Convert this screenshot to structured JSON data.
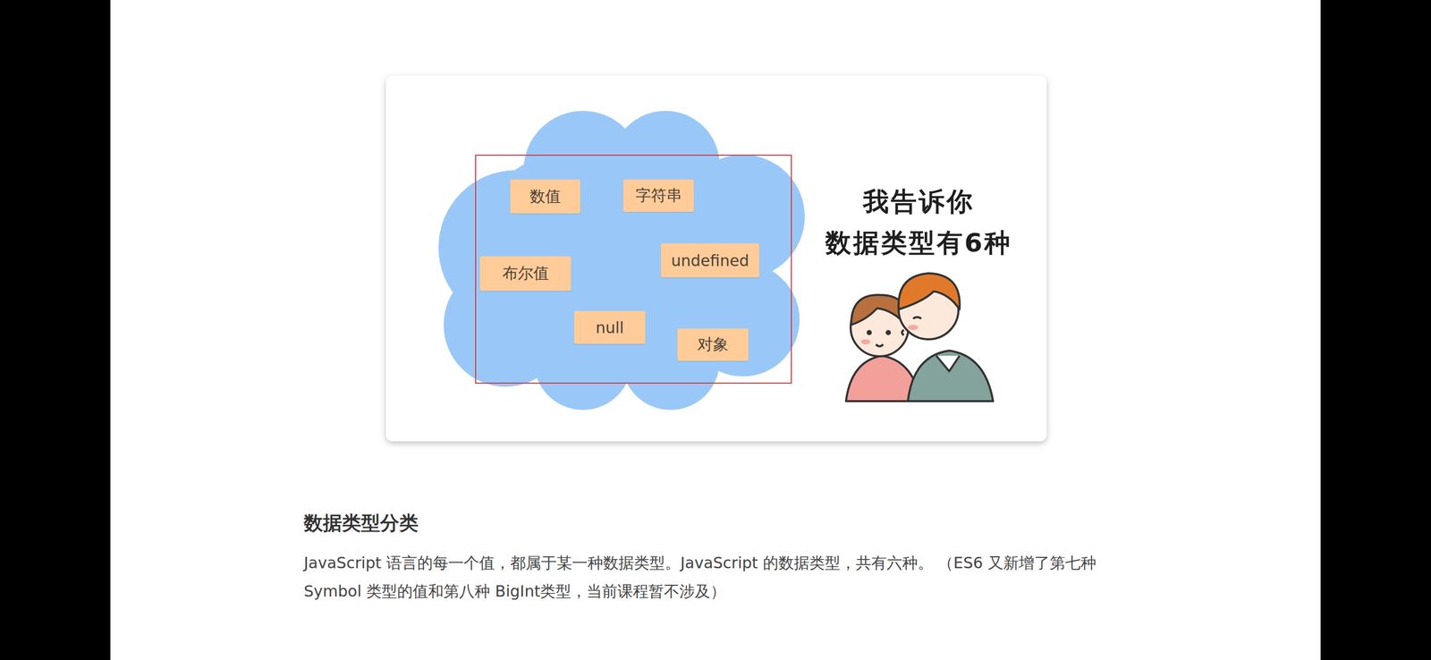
{
  "diagram": {
    "title": "数据类型分类",
    "nodes": [
      {
        "text": [
          "数值"
        ]
      },
      {
        "text": [
          "字符串"
        ]
      },
      {
        "text": [
          "布尔值"
        ]
      },
      {
        "text": [
          "undefined"
        ]
      },
      {
        "text": [
          "null"
        ]
      },
      {
        "text": [
          "对象"
        ]
      }
    ],
    "labels": [
      "我告诉你",
      "数据类型有6种",
      "JavaScript 语言的每一个值，都属于某一种数据类型。JavaScript 的数据类型，共有六种。 （ES6 又新增了第七种 Symbol 类型的值和第八种 BigInt类型，当前课程暂不涉及）"
    ]
  }
}
